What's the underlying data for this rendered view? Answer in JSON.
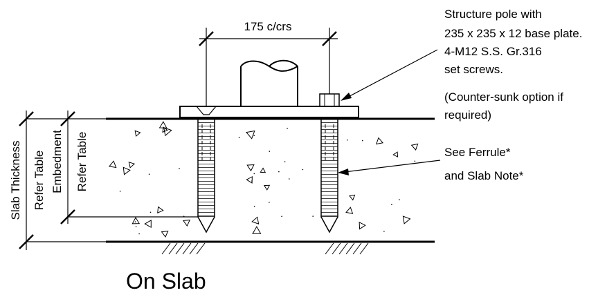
{
  "dimension": {
    "spacing": "175 c/crs"
  },
  "left_dimensions": {
    "slab_thickness_label": "Slab Thickness",
    "slab_thickness_ref": "Refer Table",
    "embedment_label": "Embedment",
    "embedment_ref": "Refer Table"
  },
  "callouts": {
    "pole_note": [
      "Structure pole with",
      "235 x 235 x 12 base plate.",
      "4-M12 S.S. Gr.316",
      "set screws.",
      "(Counter-sunk option if",
      "required)"
    ],
    "ferrule_note": [
      "See Ferrule*",
      "and Slab Note*"
    ]
  },
  "title": "On Slab"
}
